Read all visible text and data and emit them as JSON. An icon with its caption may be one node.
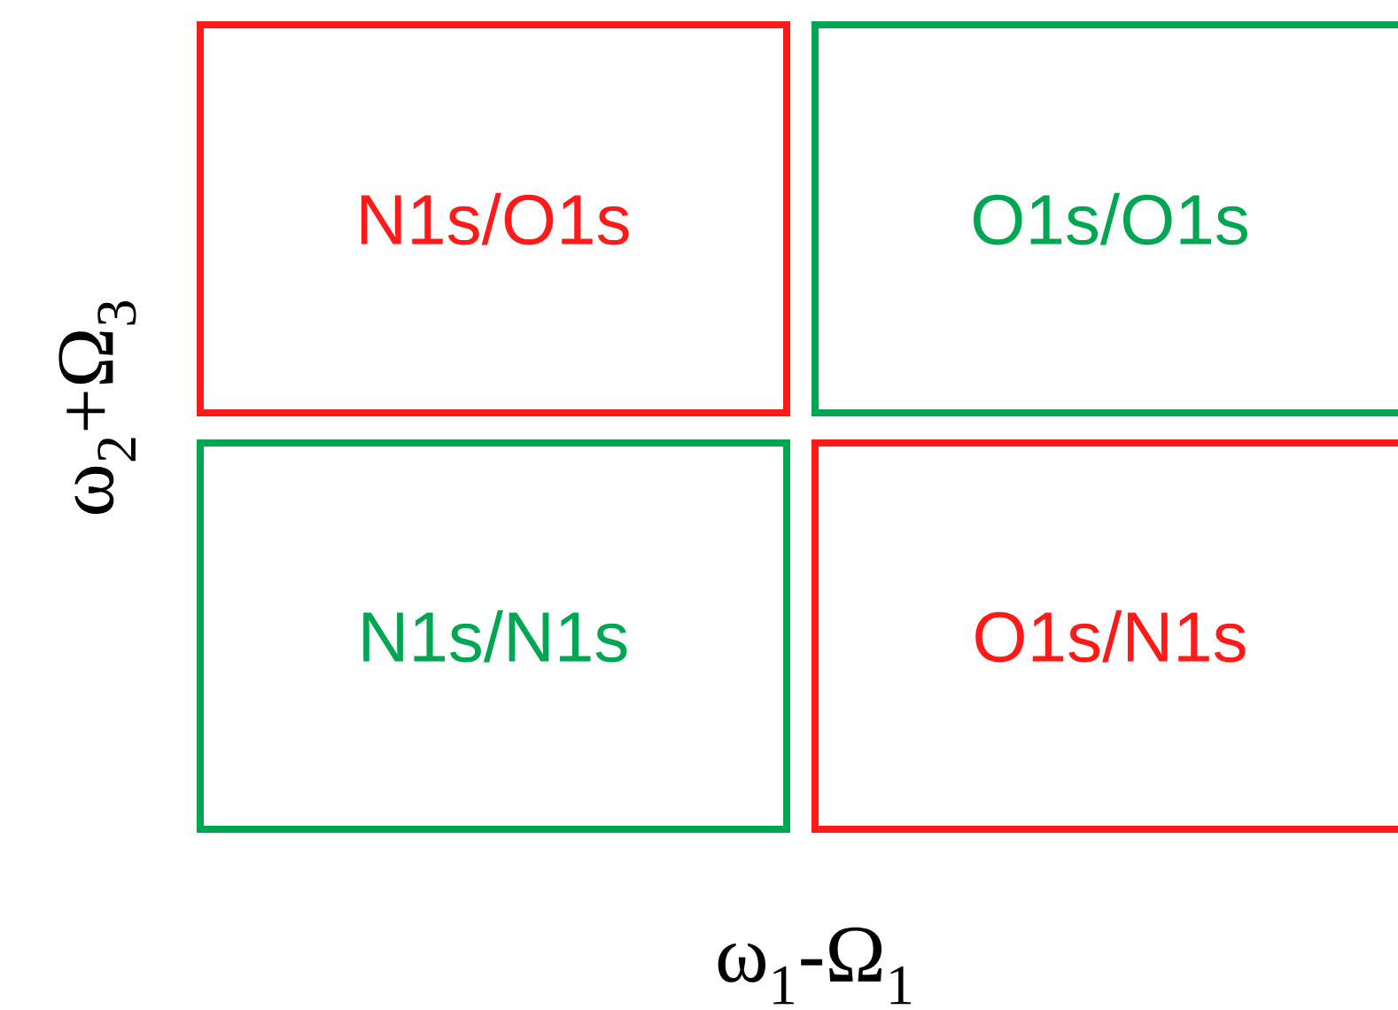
{
  "diagram": {
    "nodes": [
      {
        "text": [
          "N1s/O1s"
        ]
      },
      {
        "text": [
          "O1s/O1s"
        ]
      },
      {
        "text": [
          "N1s/N1s"
        ]
      },
      {
        "text": [
          "O1s/N1s"
        ]
      }
    ],
    "labels": [
      "ω$_{2}$+Ω$_{3}$",
      "ω$_{1}$-Ω$_{1}$"
    ]
  }
}
